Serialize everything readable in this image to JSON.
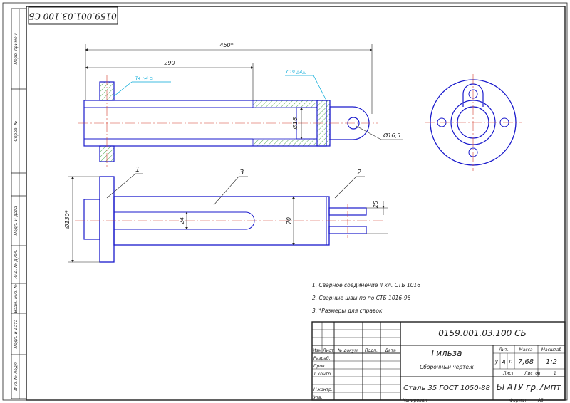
{
  "drawing": {
    "stamp_top_rotated": "0159.001.03.100 СБ",
    "dimensions": {
      "overall_length": "450*",
      "partial_length": "290",
      "bore_diameter": "Ø16",
      "lug_hole_diameter": "Ø16,5",
      "flange_diameter": "Ø130*",
      "rod_diameter": "24",
      "body_diameter": "70",
      "fork_width": "25"
    },
    "weld_marks": {
      "left": "Т4 △4 ⊐",
      "right": "С19 △4△"
    },
    "part_numbers": [
      "1",
      "3",
      "2"
    ],
    "notes": [
      "1. Сварное соединение II кл. СТБ 1016",
      "2. Сварные швы по по СТБ 1016-96",
      "3. *Размеры для справок"
    ],
    "side_labels": [
      "Перв. примен.",
      "Справ. №",
      "Подп. и дата",
      "Инв. № дубл.",
      "Взам. инв. №",
      "Подп. и дата",
      "Инв. № подл."
    ]
  },
  "title_block": {
    "designation": "0159.001.03.100 СБ",
    "name": "Гильза",
    "doc_type": "Сборочный чертеж",
    "material": "Сталь 35 ГОСТ 1050-88",
    "organization": "БГАТУ гр.7мпт",
    "col_headers": [
      "Изм",
      "Лист",
      "№ докум.",
      "Подп.",
      "Дата"
    ],
    "roles": [
      "Разраб.",
      "Пров.",
      "Т.контр.",
      "Н.контр.",
      "Утв."
    ],
    "lit_label": "Лит.",
    "lit_values": [
      "у",
      "д",
      "п"
    ],
    "mass_label": "Масса",
    "mass_value": "7,68",
    "scale_label": "Масштаб",
    "scale_value": "1:2",
    "sheet_label": "Лист",
    "sheets_label": "Листов",
    "sheets_value": "1",
    "copied_label": "Копировал",
    "format_label": "Формат",
    "format_value": "А3"
  },
  "colors": {
    "outline": "#1a1acc",
    "frame": "#202020",
    "axis": "#d23c2c",
    "hatch": "#2a9a2a",
    "annotation": "#00a8d8"
  }
}
